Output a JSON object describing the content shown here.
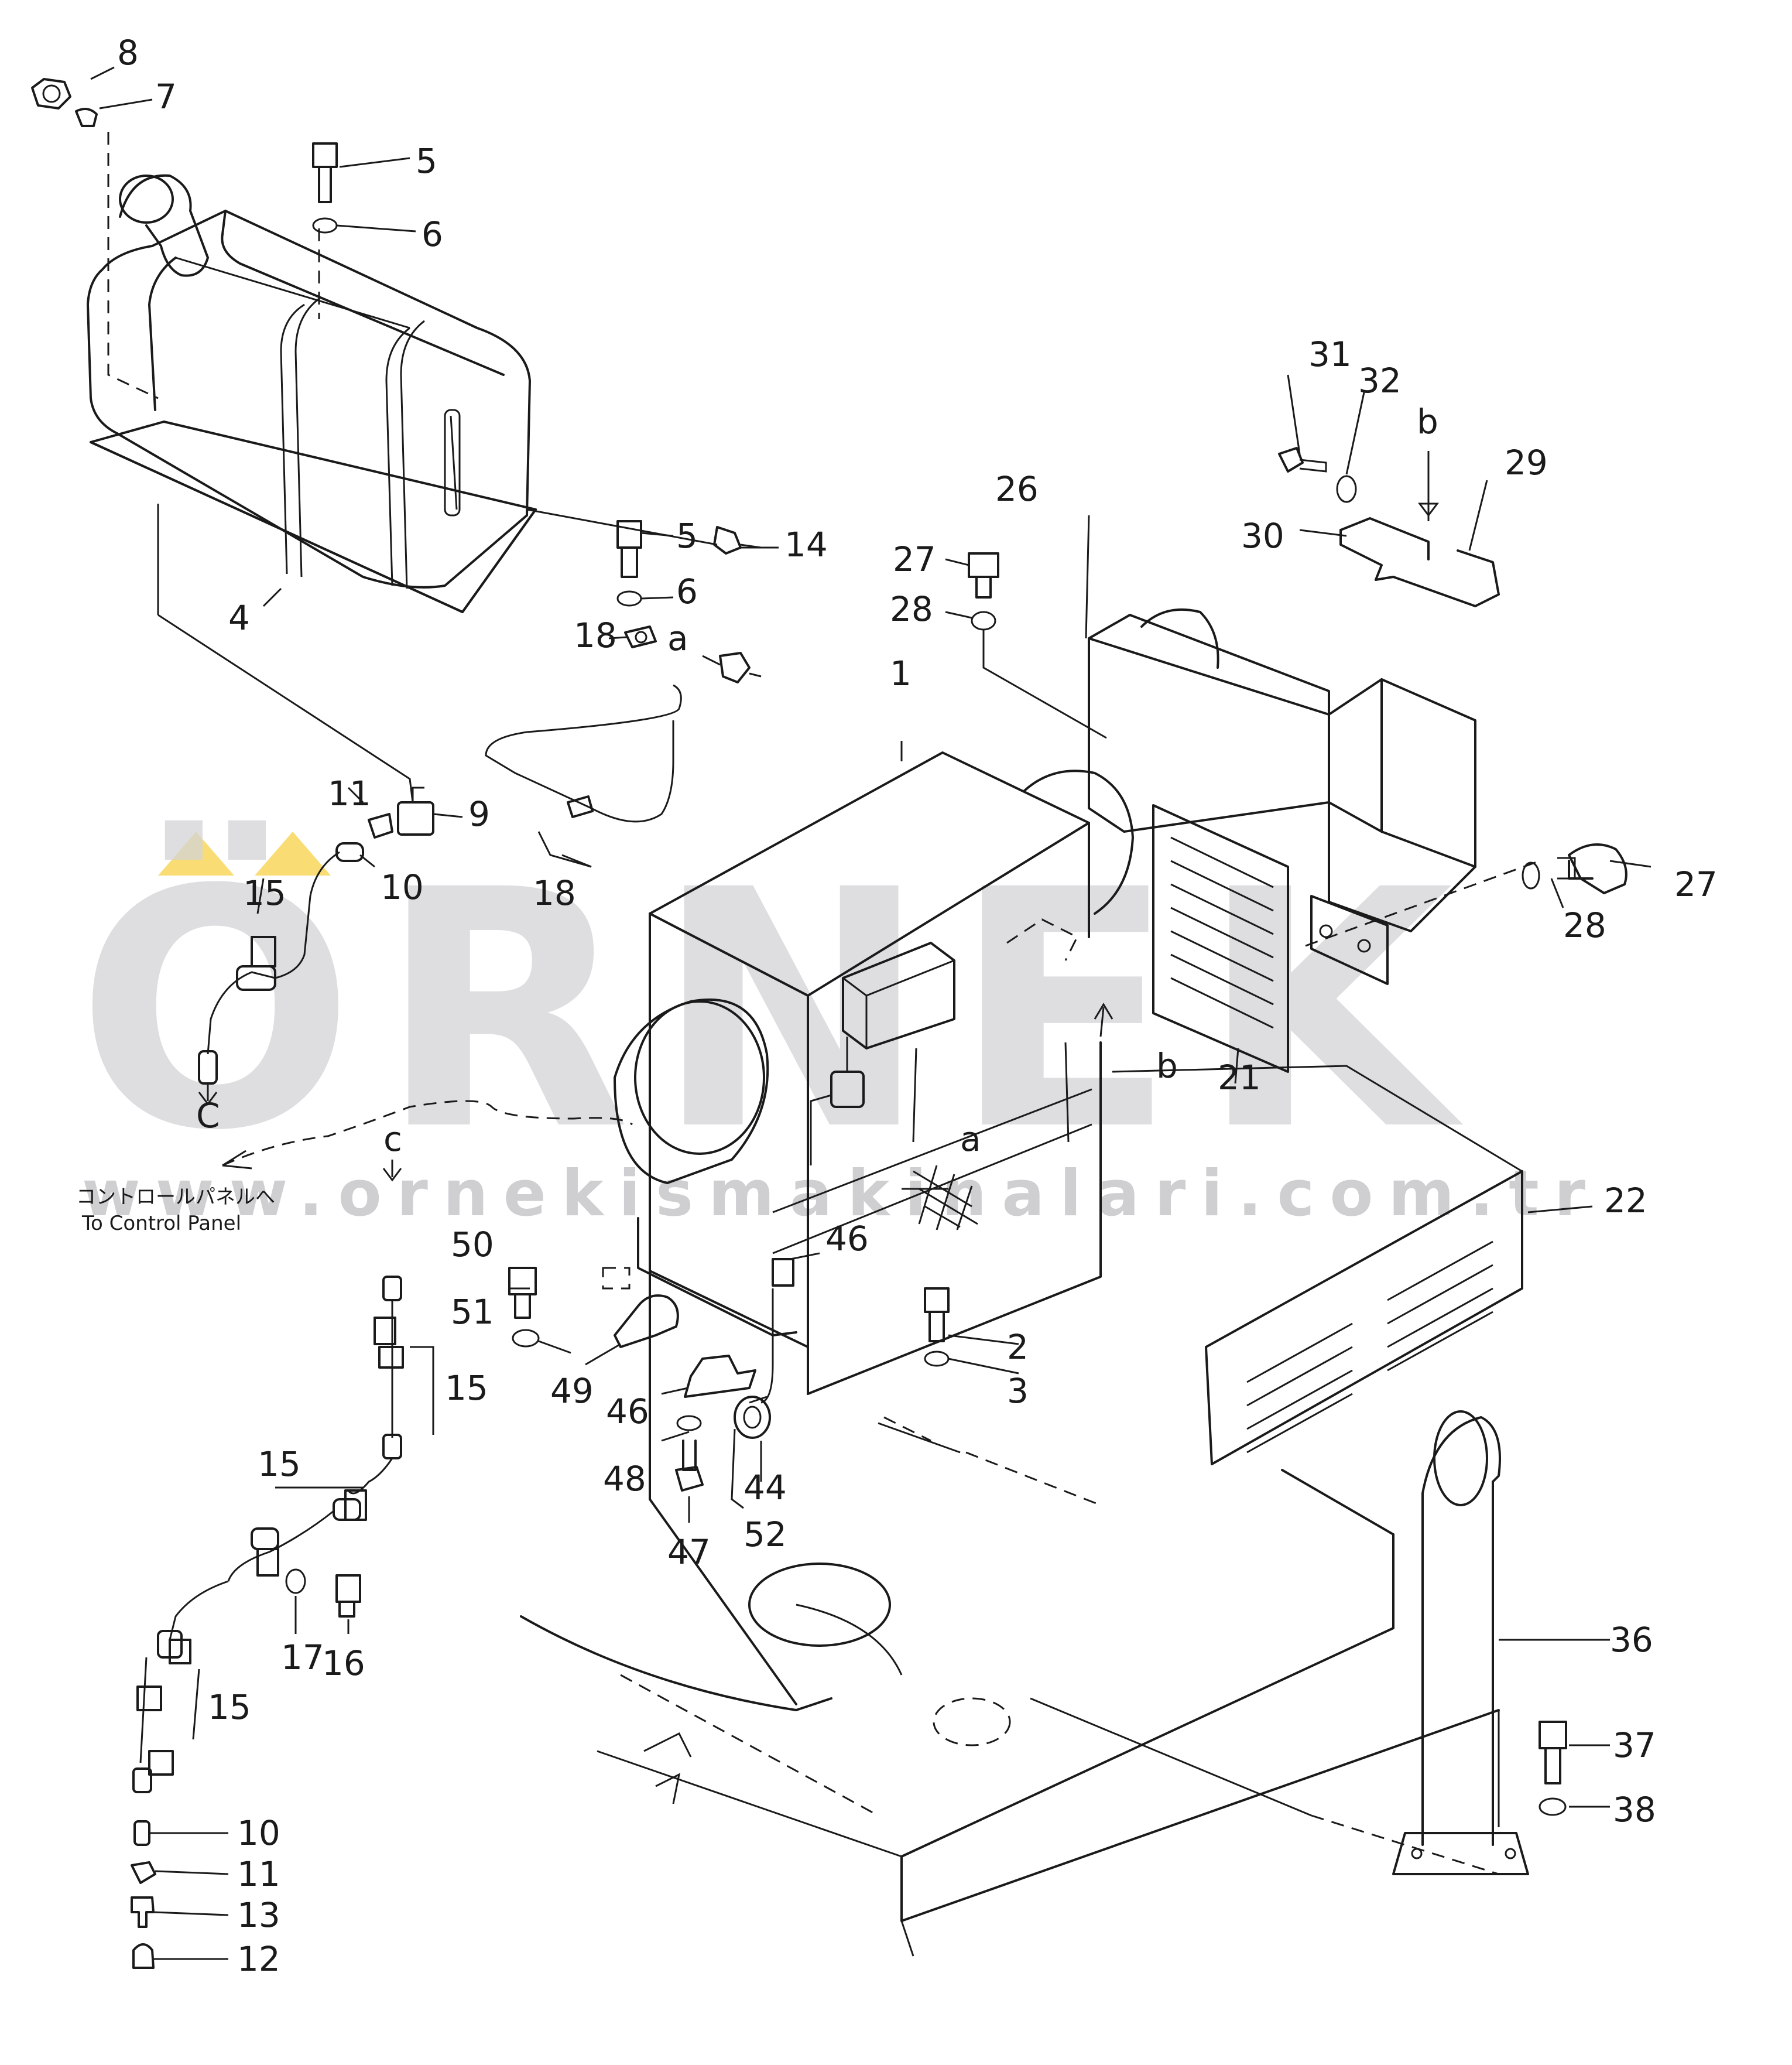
{
  "watermark": {
    "brand": "ÖRNEK",
    "url": "www.ornekismakinalari.com.tr",
    "accent_color": "#f5c518"
  },
  "note": {
    "japanese": "コントロールパネルへ",
    "english": "To Control Panel"
  },
  "callouts": {
    "p1": "1",
    "p2": "2",
    "p3": "3",
    "p4": "4",
    "p5a": "5",
    "p5b": "5",
    "p6a": "6",
    "p6b": "6",
    "p7": "7",
    "p8": "8",
    "p9": "9",
    "p10a": "10",
    "p10b": "10",
    "p11a": "11",
    "p11b": "11",
    "p12": "12",
    "p13": "13",
    "p14": "14",
    "p15a": "15",
    "p15b": "15",
    "p15c": "15",
    "p15d": "15",
    "p16": "16",
    "p17": "17",
    "p18a": "18",
    "p18b": "18",
    "p21": "21",
    "p22": "22",
    "p26": "26",
    "p27a": "27",
    "p27b": "27",
    "p28a": "28",
    "p28b": "28",
    "p29": "29",
    "p30": "30",
    "p31": "31",
    "p32": "32",
    "p36": "36",
    "p37": "37",
    "p38": "38",
    "p44": "44",
    "p46a": "46",
    "p46b": "46",
    "p47": "47",
    "p48": "48",
    "p49": "49",
    "p50": "50",
    "p51": "51",
    "p52": "52"
  },
  "markers": {
    "a1": "a",
    "a2": "a",
    "b1": "b",
    "b2": "b",
    "c1": "C",
    "c2": "c"
  }
}
